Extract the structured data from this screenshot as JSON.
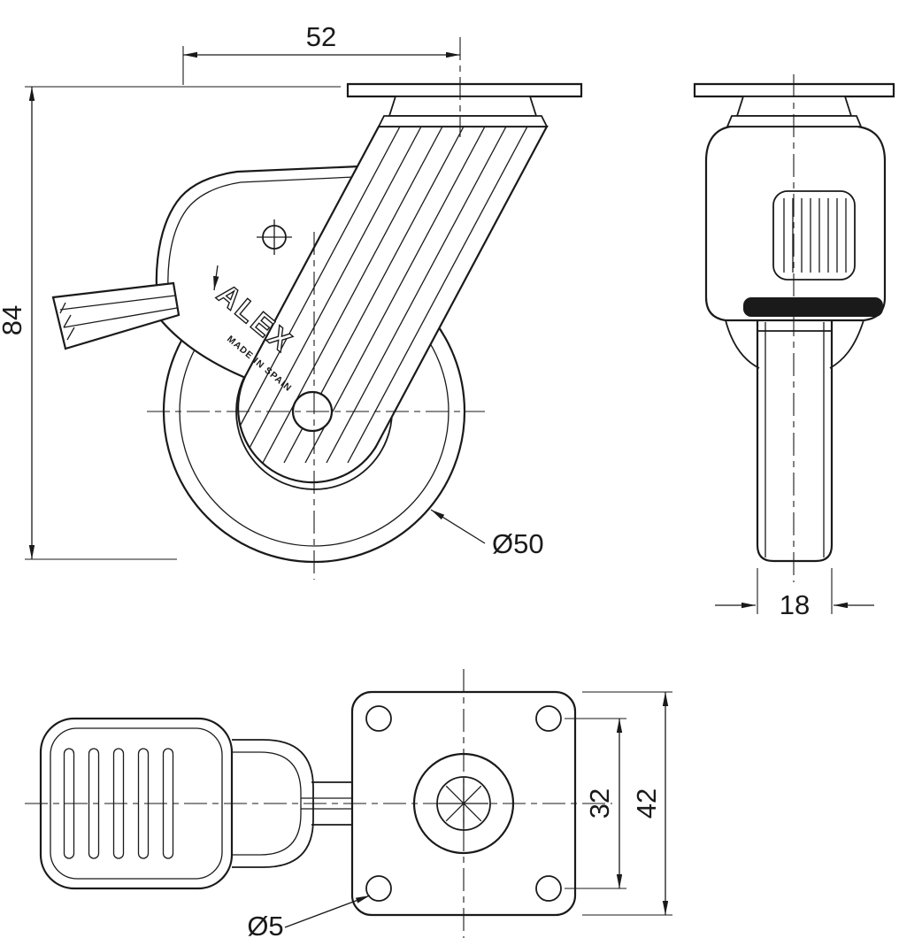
{
  "drawing": {
    "background": "#ffffff",
    "line_color": "#1a1a1a",
    "brand": "ALEX",
    "made_in": "MADE IN SPAIN",
    "views": {
      "front": {
        "dim_swivel_offset": "52",
        "dim_overall_height": "84",
        "label_wheel_diameter": "Ø50"
      },
      "side": {
        "dim_wheel_width": "18"
      },
      "plan": {
        "dim_hole_spacing": "32",
        "dim_plate_width": "42",
        "label_hole_diameter": "Ø5"
      }
    }
  }
}
